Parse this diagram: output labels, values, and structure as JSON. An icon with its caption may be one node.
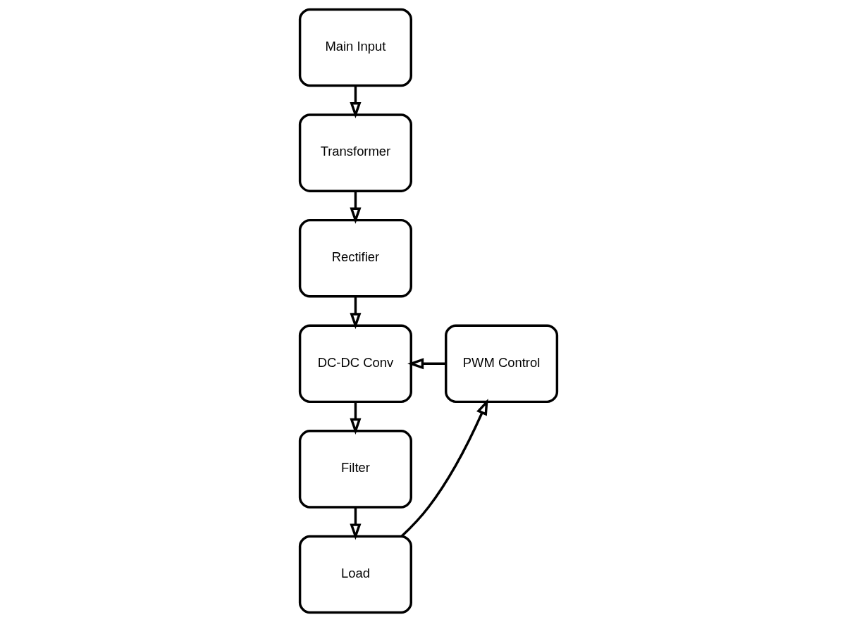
{
  "diagram": {
    "nodes": [
      {
        "text": [
          "Main Input"
        ]
      },
      {
        "text": [
          "Transformer"
        ]
      },
      {
        "text": [
          "Rectifier"
        ]
      },
      {
        "text": [
          "DC-DC Conv"
        ]
      },
      {
        "text": [
          "PWM Control"
        ]
      },
      {
        "text": [
          "Filter"
        ]
      },
      {
        "text": [
          "Load"
        ]
      }
    ],
    "edges": [
      {
        "from": 0,
        "to": 1,
        "arrow": "to"
      },
      {
        "from": 1,
        "to": 2,
        "arrow": "to"
      },
      {
        "from": 2,
        "to": 3,
        "arrow": "to"
      },
      {
        "from": 4,
        "to": 3,
        "arrow": "to"
      },
      {
        "from": 3,
        "to": 5,
        "arrow": "to"
      },
      {
        "from": 5,
        "to": 6,
        "arrow": "to"
      },
      {
        "from": 6,
        "to": 4,
        "arrow": "to"
      }
    ]
  }
}
